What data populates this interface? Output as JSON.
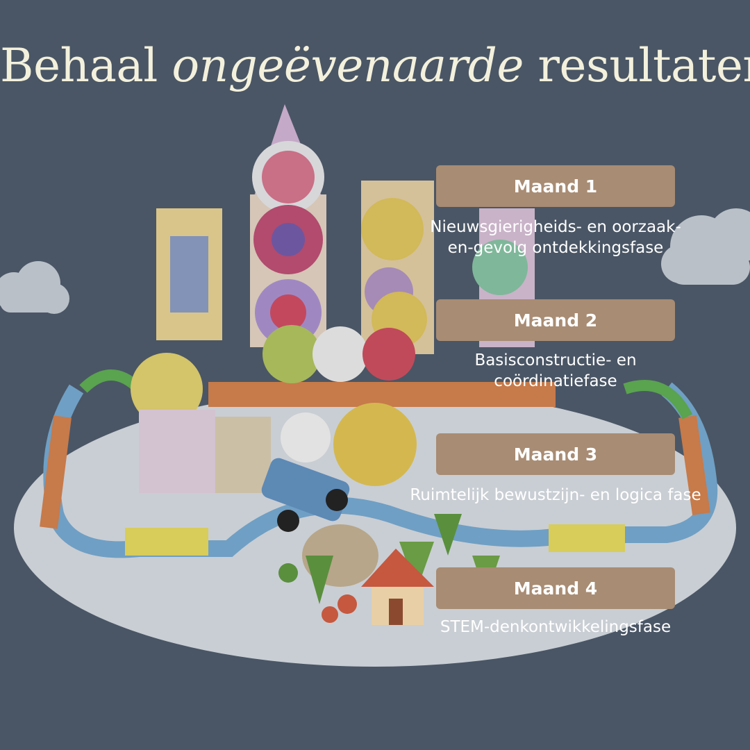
{
  "title": {
    "part1": "Behaal",
    "part2": "ongeëvenaarde",
    "part3": "resultaten"
  },
  "months": [
    {
      "label": "Maand 1",
      "description": "Nieuwsgierigheids- en oorzaak-\nen-gevolg ontdekkingsfase"
    },
    {
      "label": "Maand 2",
      "description": "Basisconstructie- en\ncoördinatiefase"
    },
    {
      "label": "Maand 3",
      "description": "Ruimtelijk bewustzijn- en logica fase"
    },
    {
      "label": "Maand 4",
      "description": "STEM-denkontwikkelingsfase"
    }
  ],
  "colors": {
    "background": "#4a5665",
    "badge": "#a88c73",
    "title": "#f3f0dc"
  }
}
